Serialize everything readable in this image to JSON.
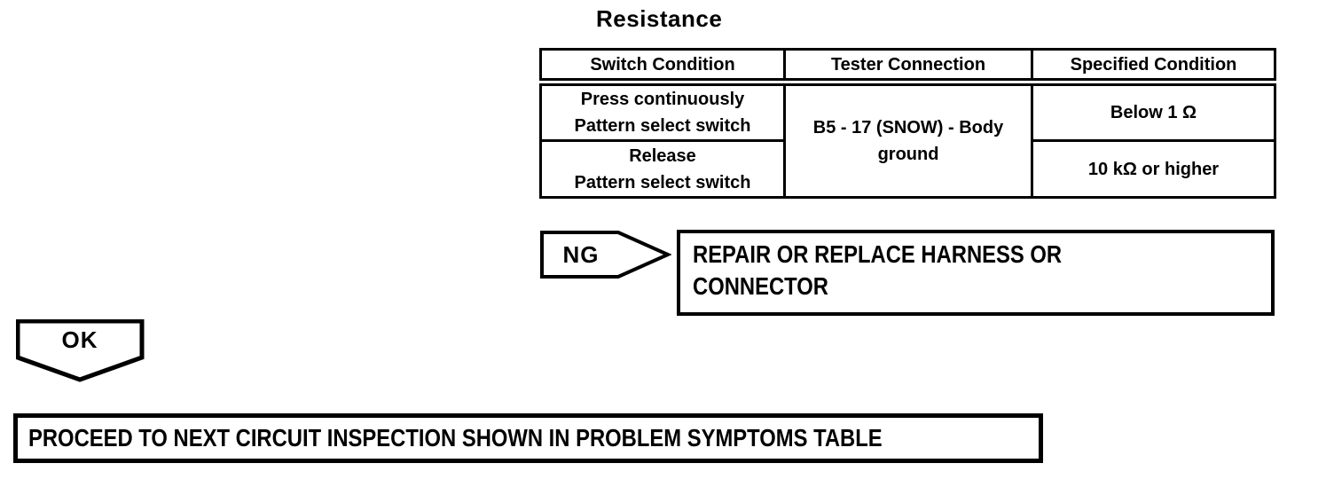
{
  "page": {
    "background_color": "#ffffff",
    "ink_color": "#000000"
  },
  "title": "Resistance",
  "table": {
    "headers": [
      "Switch Condition",
      "Tester Connection",
      "Specified Condition"
    ],
    "tester_connection": "B5 - 17 (SNOW) - Body ground",
    "rows": [
      {
        "switch_condition_lines": [
          "Press continuously",
          "Pattern select switch"
        ],
        "specified_condition": "Below 1 Ω"
      },
      {
        "switch_condition_lines": [
          "Release",
          "Pattern select switch"
        ],
        "specified_condition": "10 kΩ or higher"
      }
    ]
  },
  "flowchart": {
    "ng_label": "NG",
    "ng_action": "REPAIR OR REPLACE HARNESS OR CONNECTOR",
    "ok_label": "OK",
    "ok_action": "PROCEED TO NEXT CIRCUIT INSPECTION SHOWN IN PROBLEM SYMPTOMS TABLE"
  }
}
